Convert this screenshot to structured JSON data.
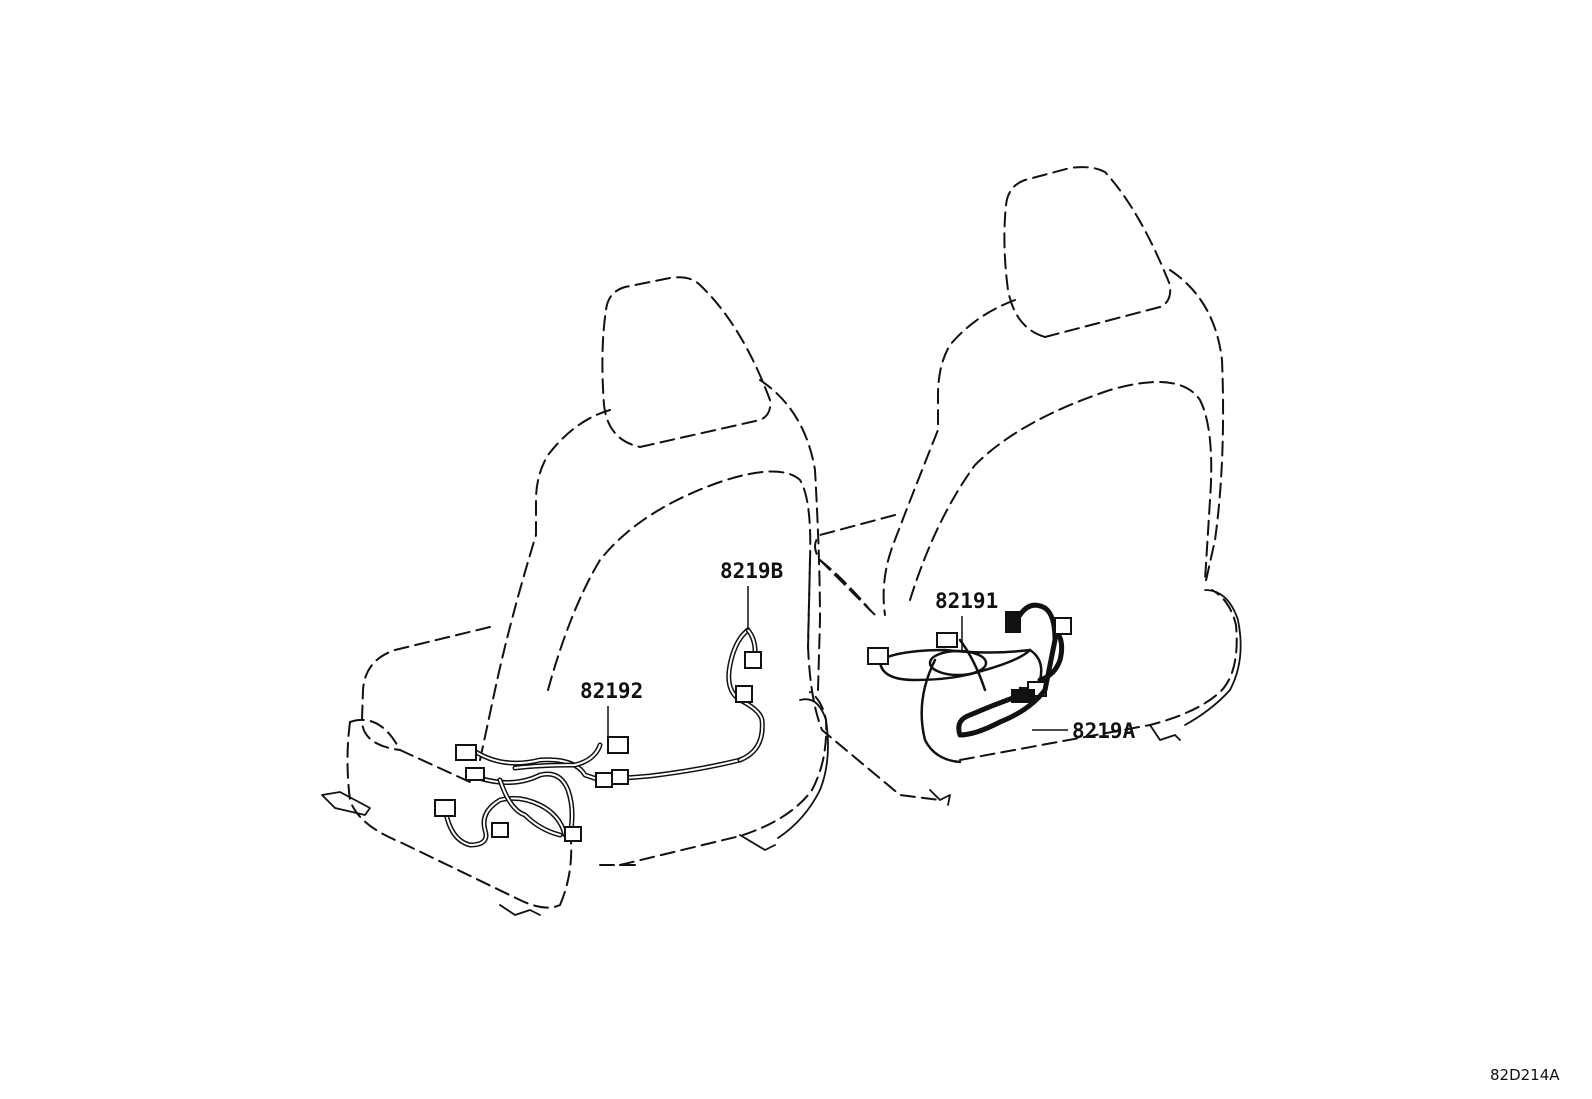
{
  "callouts": {
    "part_82192": "82192",
    "part_8219B": "8219B",
    "part_82191": "82191",
    "part_8219A": "8219A"
  },
  "illustration_code": "82D214A"
}
